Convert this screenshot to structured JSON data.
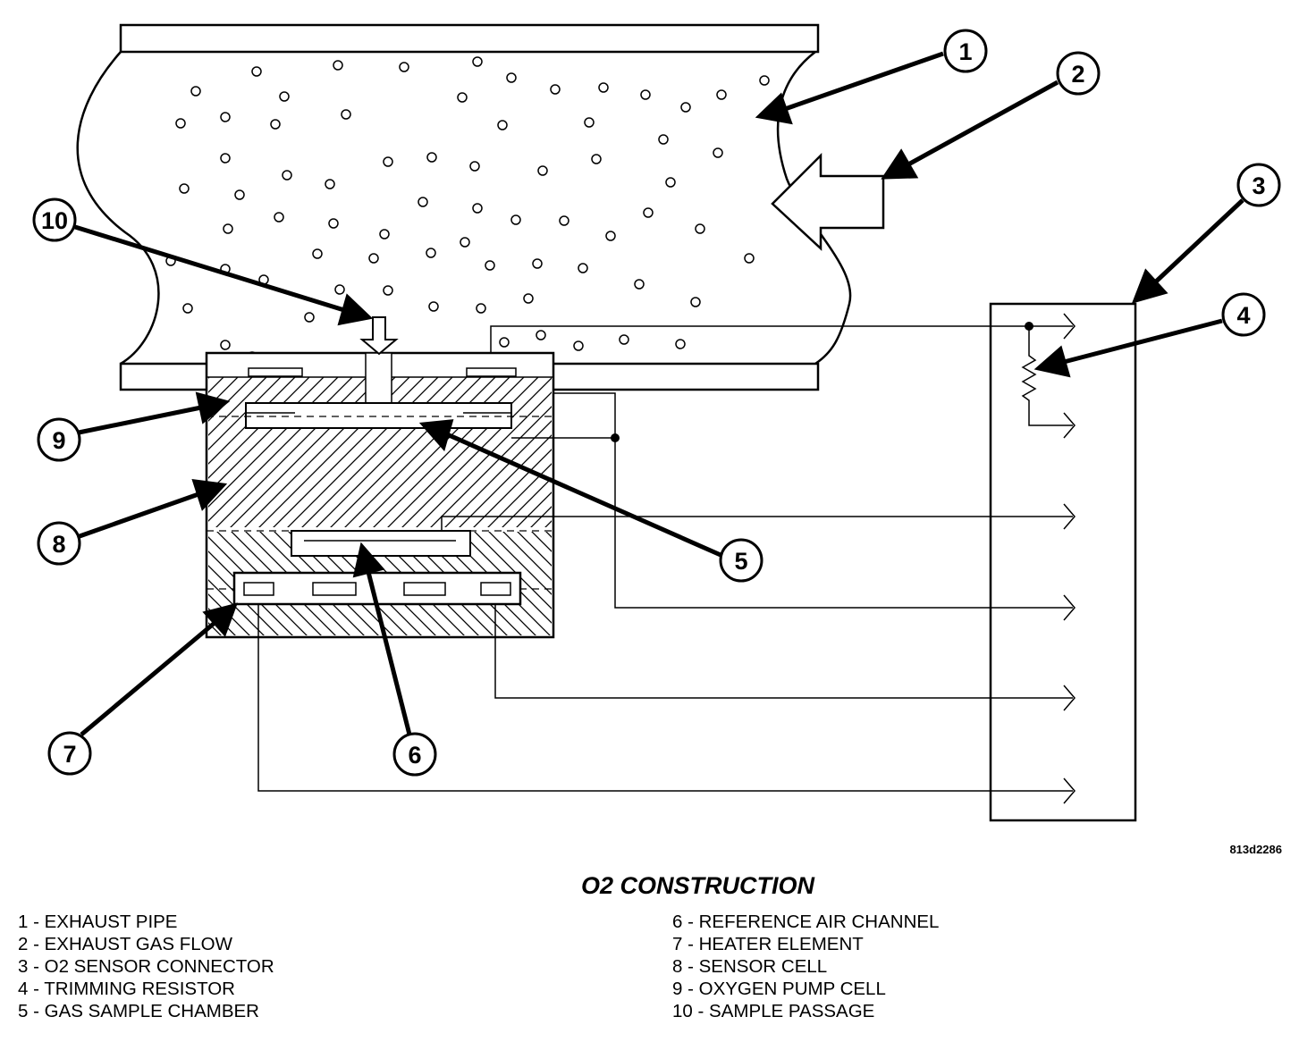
{
  "figure_id": "813d2286",
  "caption": "O2 CONSTRUCTION",
  "callouts": [
    "1",
    "2",
    "3",
    "4",
    "5",
    "6",
    "7",
    "8",
    "9",
    "10"
  ],
  "legend_left": [
    "1 - EXHAUST PIPE",
    "2 - EXHAUST GAS FLOW",
    "3 - O2 SENSOR CONNECTOR",
    "4 - TRIMMING RESISTOR",
    "5 - GAS SAMPLE CHAMBER"
  ],
  "legend_right": [
    "6 - REFERENCE AIR CHANNEL",
    "7 - HEATER ELEMENT",
    "8 - SENSOR CELL",
    "9 - OXYGEN PUMP CELL",
    "10 - SAMPLE PASSAGE"
  ],
  "colors": {
    "ink": "#000000",
    "paper": "#ffffff"
  }
}
